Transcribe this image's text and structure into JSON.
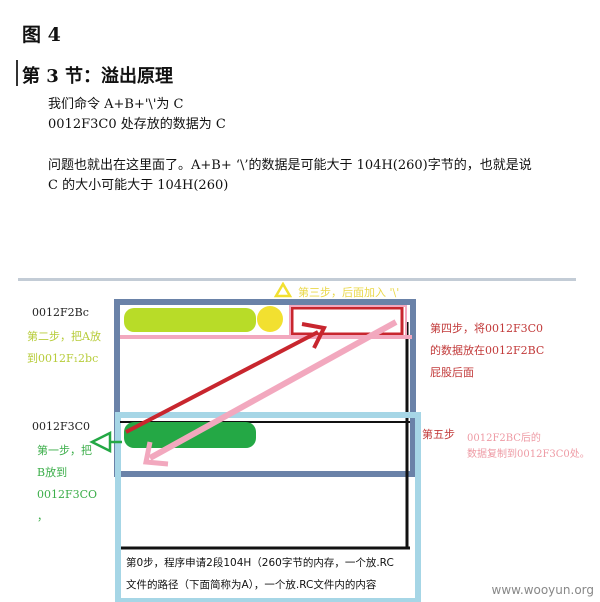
{
  "figure_label": "图 4",
  "section_title": "第 3 节：溢出原理",
  "paragraphs": {
    "line1": "我们命令 A+B+'\\'为 C",
    "line2": "0012F3C0 处存放的数据为 C",
    "line3": "问题也就出在这里面了。A+B+ ‘\\’的数据是可能大于 104H(260)字节的，也就是说",
    "line4": "C 的大小可能大于 104H(260)"
  },
  "diagram": {
    "address_top": "0012F2Bc",
    "address_bottom": "0012F3C0",
    "step2_label_lines": [
      "第二步，把A放",
      "到0012F₁2bc"
    ],
    "step1_label_lines": [
      "第一步，把",
      "B放到",
      "0012F3CO",
      "，"
    ],
    "step3_label": "第三步，后面加入 '\\'",
    "step4_label_lines": [
      "第四步，将0012F3C0",
      "的数据放在0012F2BC",
      "屁股后面"
    ],
    "step5_label": "第五步",
    "step5_note_lines": [
      "0012F2BC后的",
      "数据复制到0012F3C0处。"
    ],
    "step0_label_lines": [
      "第0步，程序申请2段104H（260字节的内存，一个放.RC",
      "文件的路径（下面简称为A），一个放.RC文件内的内容"
    ],
    "colors": {
      "steel_blue": "#6a82a8",
      "light_blue": "#a6d6e6",
      "red": "#c8262e",
      "pink": "#f2a8be",
      "lime": "#b8dc28",
      "yellow": "#f2e030",
      "green": "#24a845"
    }
  },
  "watermark": "www.wooyun.org"
}
